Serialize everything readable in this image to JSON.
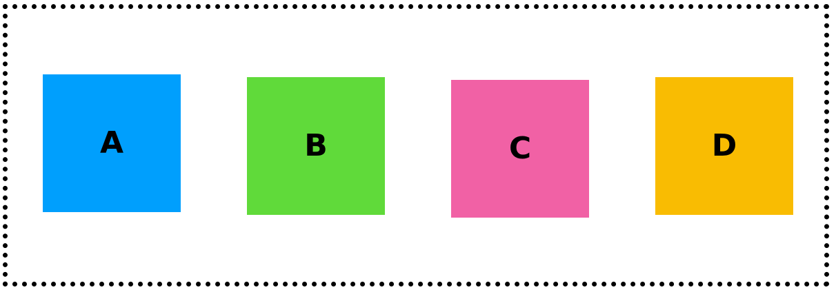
{
  "boxes": [
    {
      "label": "A",
      "color": "#009ffd"
    },
    {
      "label": "B",
      "color": "#60da3a"
    },
    {
      "label": "C",
      "color": "#f161a5"
    },
    {
      "label": "D",
      "color": "#f9bc02"
    }
  ],
  "border_color": "#000000"
}
